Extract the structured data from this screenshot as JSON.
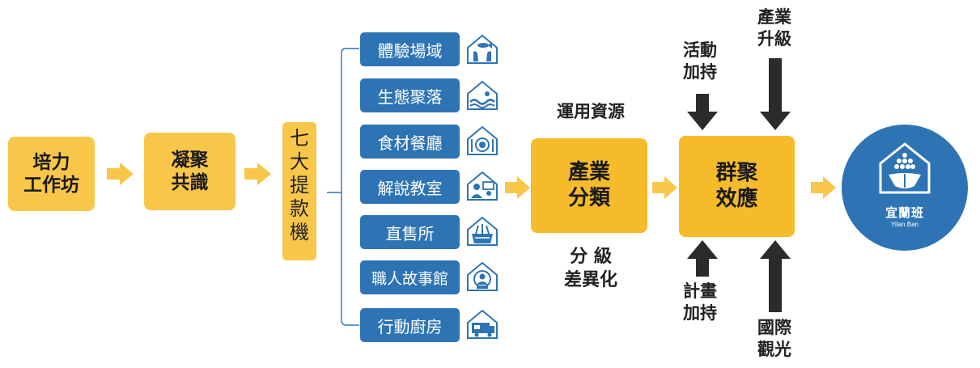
{
  "steps": {
    "workshop": "培力\n工作坊",
    "consensus": "凝聚\n共識",
    "machine_chars": [
      "七",
      "大",
      "提",
      "款",
      "機"
    ],
    "classify": "產業\n分類",
    "cluster": "群聚\n效應"
  },
  "categories": [
    {
      "label": "體驗場域",
      "icon": "hands-fish-icon"
    },
    {
      "label": "生態聚落",
      "icon": "wave-house-icon"
    },
    {
      "label": "食材餐廳",
      "icon": "plate-cutlery-icon"
    },
    {
      "label": "解說教室",
      "icon": "teacher-icon"
    },
    {
      "label": "直售所",
      "icon": "basket-icon"
    },
    {
      "label": "職人故事館",
      "icon": "artisan-portrait-icon"
    },
    {
      "label": "行動廚房",
      "icon": "food-truck-icon"
    }
  ],
  "labels": {
    "resources": "運用資源",
    "grading": "分 級\n差異化",
    "activity_support": "活動\n加持",
    "industry_upgrade": "產業\n升級",
    "plan_support": "計畫\n加持",
    "intl_tourism": "國際\n觀光"
  },
  "logo": {
    "name": "宜蘭班",
    "subtitle": "Yilan Ban",
    "color": "#2e74b5"
  },
  "colors": {
    "step_light": "#f8c74a",
    "step_gold": "#f6bb2b",
    "category_blue": "#2e74b5",
    "arrow_dark": "#2b2b2b"
  }
}
